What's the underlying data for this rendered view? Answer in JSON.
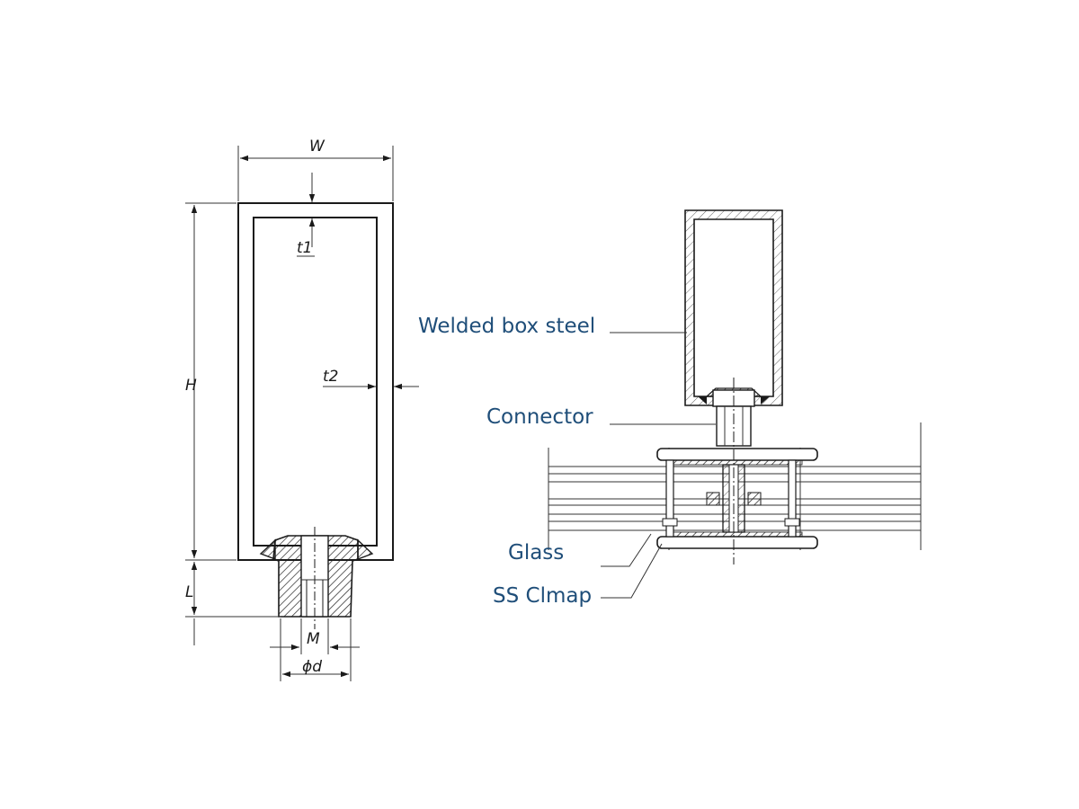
{
  "left_view": {
    "dimension_labels": {
      "width": "W",
      "height": "H",
      "top_thickness": "t1",
      "side_thickness": "t2",
      "length": "L",
      "thread": "M",
      "diameter": "ϕd"
    }
  },
  "right_view": {
    "callouts": {
      "welded_box_steel": "Welded box steel",
      "connector": "Connector",
      "glass": "Glass",
      "ss_clamp": "SS Clmap"
    }
  },
  "colors": {
    "line": "#1a1a1a",
    "callout_text": "#1f4e79",
    "background": "#ffffff"
  }
}
